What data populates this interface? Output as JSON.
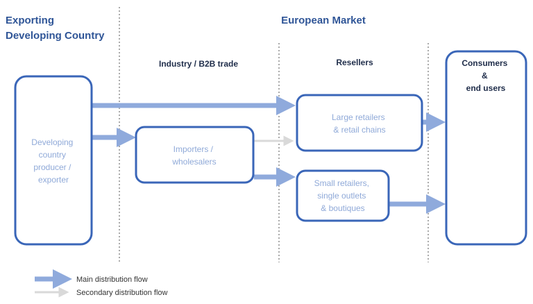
{
  "headers": {
    "exporting": [
      "Exporting",
      "Developing Country"
    ],
    "european_market": "European Market",
    "industry_b2b": "Industry / B2B trade",
    "resellers": "Resellers"
  },
  "nodes": {
    "producer": [
      "Developing",
      "country",
      "producer /",
      "exporter"
    ],
    "importers": [
      "Importers /",
      "wholesalers"
    ],
    "large_retailers": [
      "Large retailers",
      "& retail chains"
    ],
    "small_retailers": [
      "Small retailers,",
      "single outlets",
      "& boutiques"
    ],
    "consumers": [
      "Consumers",
      "&",
      "end users"
    ]
  },
  "legend": {
    "main": "Main distribution  flow",
    "secondary": "Secondary distribution flow"
  },
  "colors": {
    "main_flow": "#8faadc",
    "secondary_flow": "#d9d9d9",
    "box_border": "#3a66b8",
    "node_text": "#8fa9d8",
    "header_blue": "#2f5597"
  }
}
